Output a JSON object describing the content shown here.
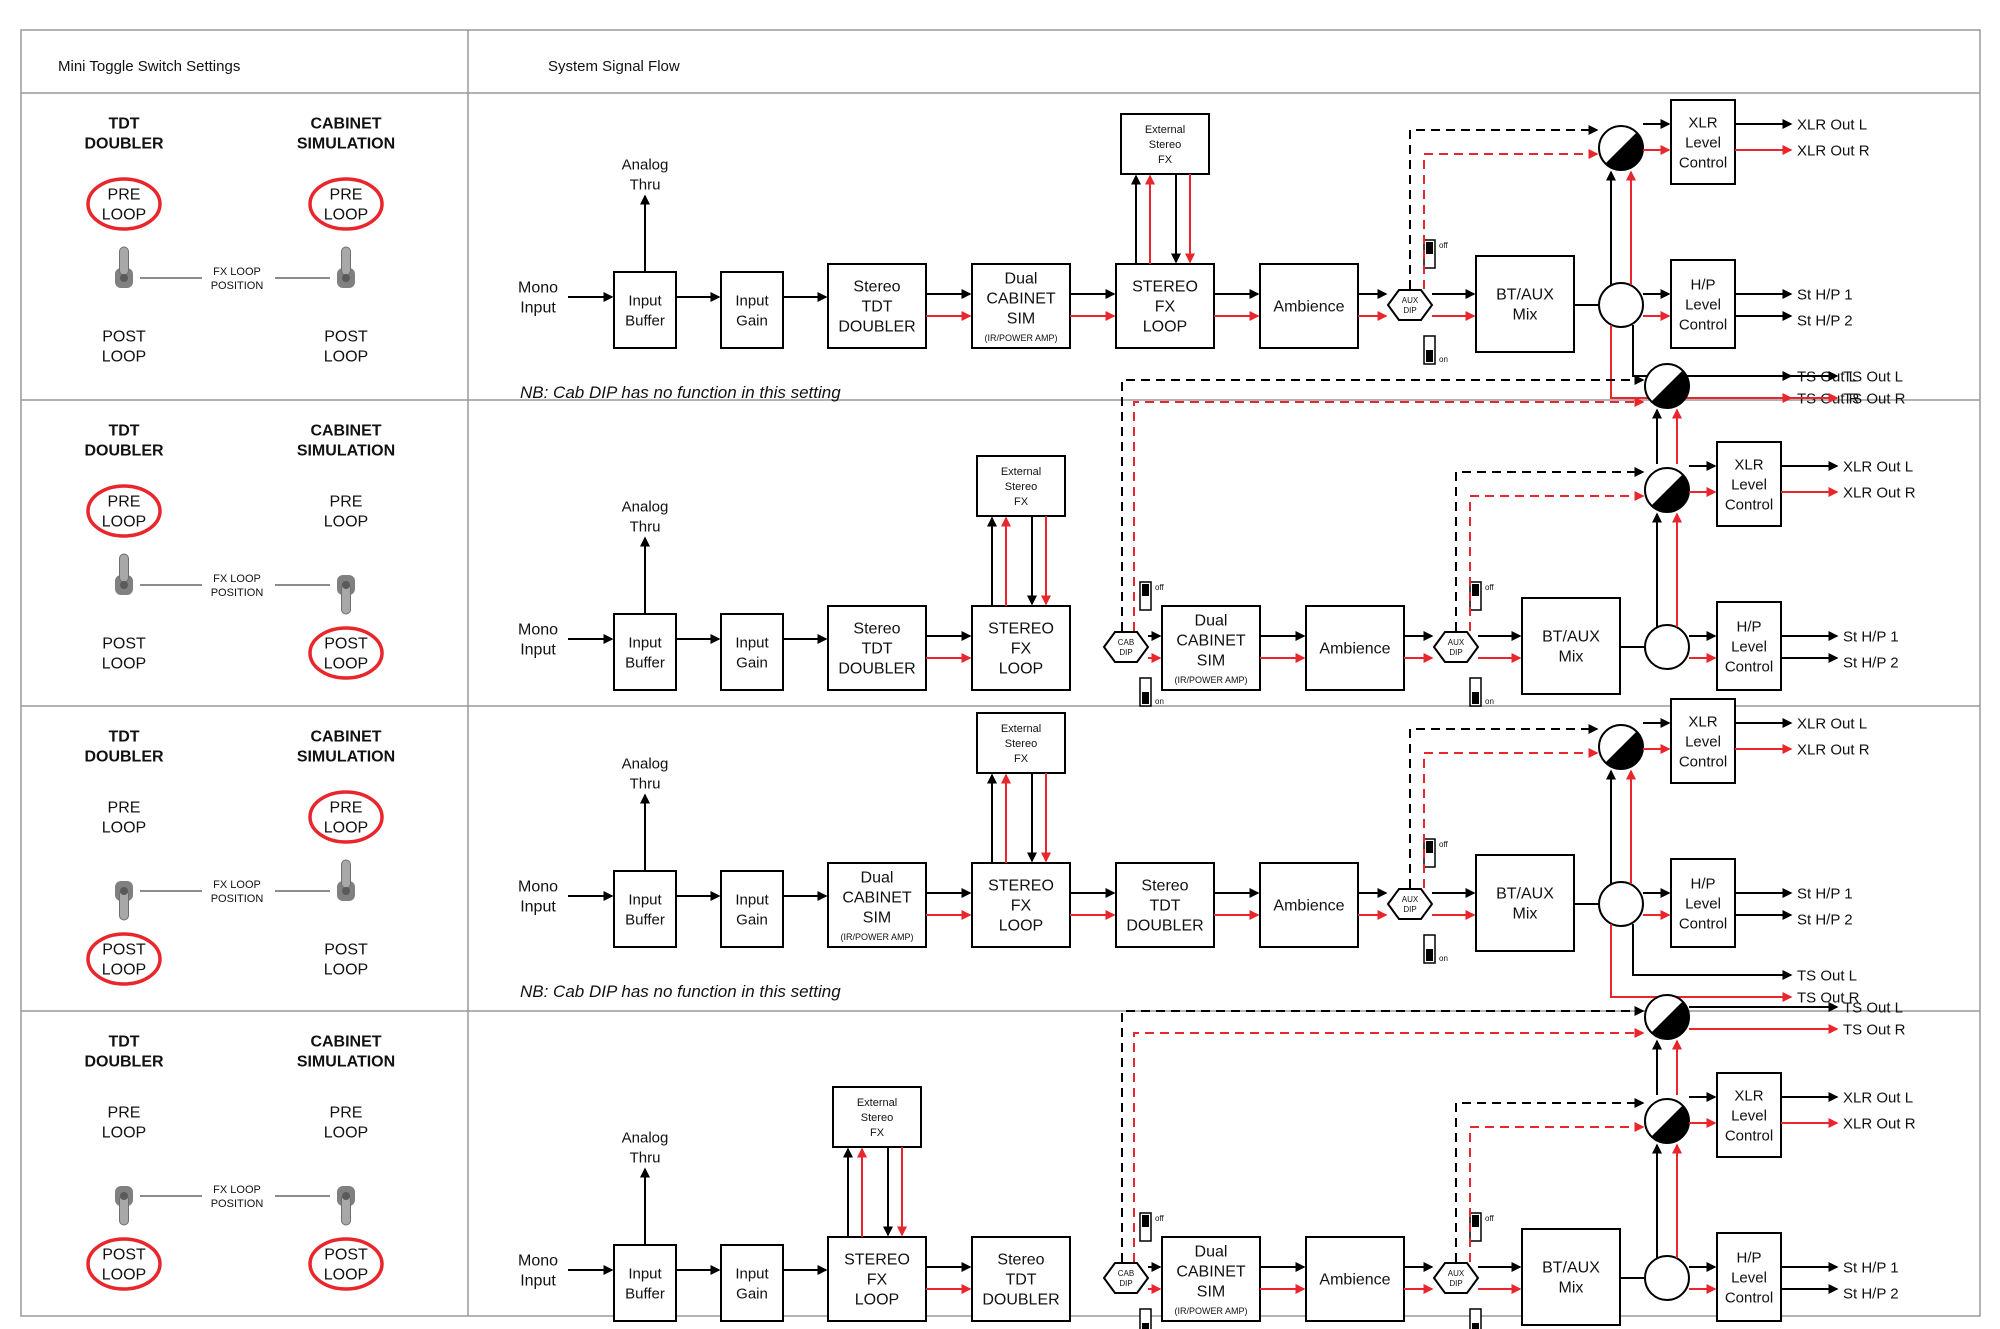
{
  "header": {
    "left_title": "Mini Toggle Switch Settings",
    "right_title": "System Signal Flow"
  },
  "colors": {
    "black_signal": "#000000",
    "red_signal": "#e8262b",
    "highlight_ring": "#e8262b",
    "grid": "#9a9a9a",
    "toggle": "#808080"
  },
  "toggle_labels": {
    "tdt": "TDT DOUBLER",
    "cab": "CABINET SIMULATION",
    "pre": "PRE LOOP",
    "post": "POST LOOP",
    "fx_loop_position": "FX LOOP POSITION"
  },
  "rows": [
    {
      "tdt_setting": "pre",
      "cab_setting": "pre"
    },
    {
      "tdt_setting": "pre",
      "cab_setting": "post"
    },
    {
      "tdt_setting": "post",
      "cab_setting": "pre"
    },
    {
      "tdt_setting": "post",
      "cab_setting": "post"
    }
  ],
  "blocks": {
    "mono_input": "Mono Input",
    "analog_thru": "Analog Thru",
    "input_buffer": "Input Buffer",
    "input_gain": "Input Gain",
    "stereo_tdt": "Stereo TDT DOUBLER",
    "dual_cab_1": "Dual CABINET SIM",
    "dual_cab_2": "(IR/POWER AMP)",
    "ext_fx": "External Stereo FX",
    "stereo_fx_loop": "STEREO FX LOOP",
    "ambience": "Ambience",
    "aux_dip": "AUX DIP",
    "cab_dip": "CAB DIP",
    "bt_aux_mix": "BT/AUX Mix",
    "xlr_level": "XLR Level Control",
    "hp_level": "H/P Level Control",
    "dip_off": "off",
    "dip_on": "on"
  },
  "outputs": {
    "xlr_l": "XLR Out L",
    "xlr_r": "XLR Out R",
    "hp1": "St H/P 1",
    "hp2": "St H/P 2",
    "ts_l": "TS Out L",
    "ts_r": "TS Out R"
  },
  "note": "NB: Cab DIP has no function in this setting"
}
